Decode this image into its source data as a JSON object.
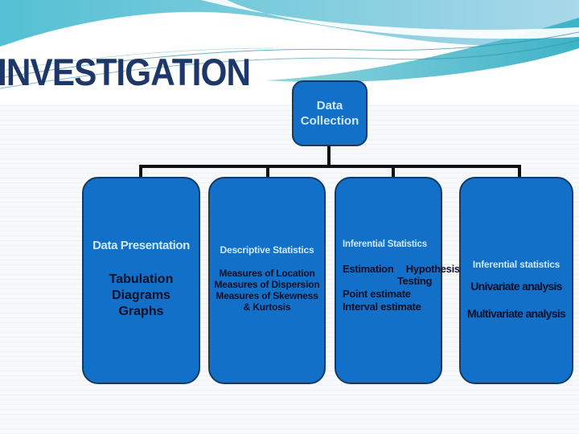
{
  "title": "INVESTIGATION",
  "colors": {
    "box_fill": "#1270c8",
    "box_border": "#123a63",
    "heading_text": "#cfe9fd",
    "item_text": "#0a1028",
    "title_text": "#1d3768",
    "connector": "#111111",
    "banner_teal": "#54c0d3",
    "banner_blue": "#a8d8ea",
    "banner_wave": "#4cbccd",
    "background": "#f7f9fb"
  },
  "chart": {
    "root": {
      "label": "Data Collection"
    },
    "boxes": [
      {
        "heading": "Data Presentation",
        "items": [
          "Tabulation",
          "Diagrams",
          "Graphs"
        ]
      },
      {
        "heading": "Descriptive Statistics",
        "items": [
          "Measures of Location",
          "Measures of Dispersion",
          "Measures of Skewness",
          "& Kurtosis"
        ]
      },
      {
        "heading": "Inferential Statistics",
        "row1_left": "Estimation",
        "row1_right": "Hypothesis",
        "row2": "Testing",
        "items": [
          "Point estimate",
          "Interval estimate"
        ]
      },
      {
        "heading": "Inferential statistics",
        "items": [
          "Univariate analysis",
          "Multivariate analysis"
        ]
      }
    ]
  }
}
